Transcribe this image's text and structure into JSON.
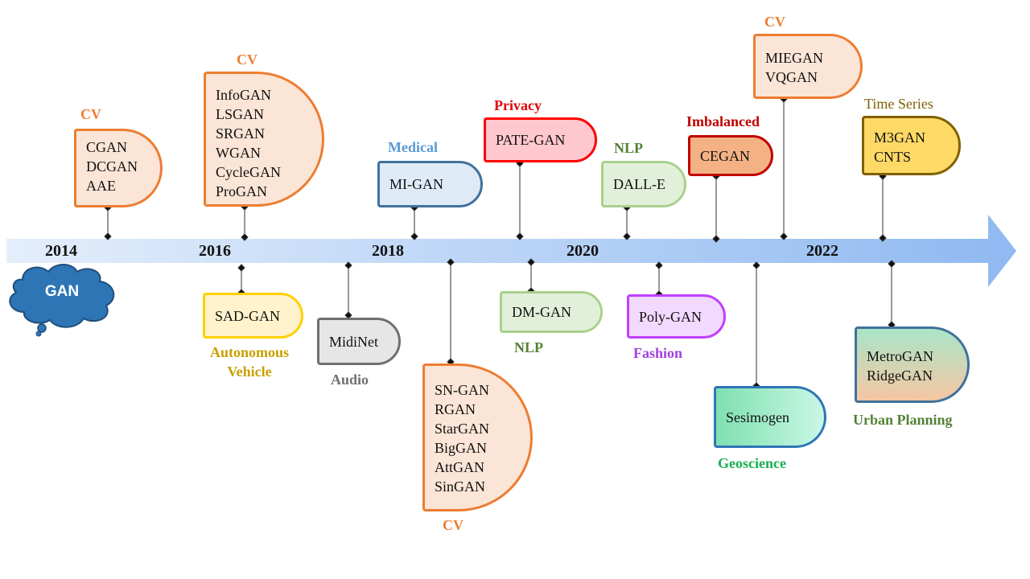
{
  "root_label": "GAN",
  "years": [
    "2014",
    "2016",
    "2018",
    "2020",
    "2022"
  ],
  "categories": {
    "cv_2014": "CV",
    "cv_2016": "CV",
    "medical": "Medical",
    "privacy": "Privacy",
    "nlp_dalle": "NLP",
    "imbalanced": "Imbalanced",
    "cv_2021": "CV",
    "time_series": "Time Series",
    "autonomous_vehicle": "Autonomous Vehicle",
    "audio": "Audio",
    "cv_2018": "CV",
    "nlp_dmgan": "NLP",
    "fashion": "Fashion",
    "geoscience": "Geoscience",
    "urban_planning": "Urban Planning"
  },
  "models": {
    "cv_2014": [
      "CGAN",
      "DCGAN",
      "AAE"
    ],
    "cv_2016": [
      "InfoGAN",
      "LSGAN",
      "SRGAN",
      "WGAN",
      "CycleGAN",
      "ProGAN"
    ],
    "medical": [
      "MI-GAN"
    ],
    "privacy": [
      "PATE-GAN"
    ],
    "nlp_dalle": [
      "DALL-E"
    ],
    "imbalanced": [
      "CEGAN"
    ],
    "cv_2021": [
      "MIEGAN",
      "VQGAN"
    ],
    "time_series": [
      "M3GAN",
      "CNTS"
    ],
    "autonomous_vehicle": [
      "SAD-GAN"
    ],
    "audio": [
      "MidiNet"
    ],
    "cv_2018": [
      "SN-GAN",
      "RGAN",
      "StarGAN",
      "BigGAN",
      "AttGAN",
      "SinGAN"
    ],
    "nlp_dmgan": [
      "DM-GAN"
    ],
    "fashion": [
      "Poly-GAN"
    ],
    "geoscience": [
      "Sesimogen"
    ],
    "urban_planning": [
      "MetroGAN",
      "RidgeGAN"
    ]
  },
  "colors": {
    "cv": "#ED7D31",
    "cv_fill": "#FBE5D6",
    "medical": "#5B9BD5",
    "privacy": "#E00000",
    "nlp": "#548235",
    "imbalanced": "#C00000",
    "time_series": "#806000",
    "autonomous": "#C9A000",
    "audio": "#707070",
    "fashion": "#A040E0",
    "geoscience": "#1AAF50",
    "urban": "#548235",
    "gan_cloud": "#2E75B6",
    "axis": "#9DC3F4"
  }
}
